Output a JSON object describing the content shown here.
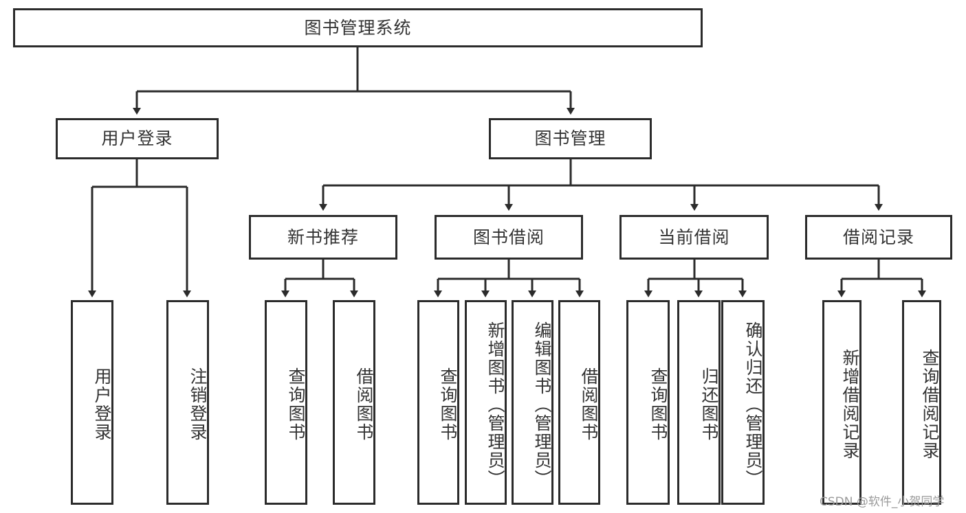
{
  "diagram": {
    "title": "图书管理系统",
    "type": "tree",
    "watermark": "CSDN @软件_小贺同学",
    "colors": {
      "box_border": "#2b2b2b",
      "box_fill": "#ffffff",
      "text": "#333333",
      "connector": "#2b2b2b",
      "watermark": "#9a9a9a",
      "background": "#ffffff"
    },
    "root": {
      "id": "root",
      "label": "图书管理系统",
      "orientation": "horizontal"
    },
    "level1": [
      {
        "id": "user-login",
        "label": "用户登录",
        "orientation": "horizontal"
      },
      {
        "id": "book-manage",
        "label": "图书管理",
        "orientation": "horizontal"
      }
    ],
    "level2": [
      {
        "id": "new-book-recommend",
        "label": "新书推荐",
        "orientation": "horizontal",
        "parent": "book-manage"
      },
      {
        "id": "book-borrow",
        "label": "图书借阅",
        "orientation": "horizontal",
        "parent": "book-manage"
      },
      {
        "id": "current-borrow",
        "label": "当前借阅",
        "orientation": "horizontal",
        "parent": "book-manage"
      },
      {
        "id": "borrow-record",
        "label": "借阅记录",
        "orientation": "horizontal",
        "parent": "book-manage"
      }
    ],
    "leaves": {
      "user_login": [
        {
          "id": "leaf-user-login",
          "label": "用户登录",
          "orientation": "vertical"
        },
        {
          "id": "leaf-user-logout",
          "label": "注销登录",
          "orientation": "vertical"
        }
      ],
      "new_book_recommend": [
        {
          "id": "leaf-query-book-1",
          "label": "查询图书",
          "orientation": "vertical"
        },
        {
          "id": "leaf-borrow-book-1",
          "label": "借阅图书",
          "orientation": "vertical"
        }
      ],
      "book_borrow": [
        {
          "id": "leaf-query-book-2",
          "label": "查询图书",
          "orientation": "vertical"
        },
        {
          "id": "leaf-add-book",
          "label": "新增图书（管理员）",
          "orientation": "vertical"
        },
        {
          "id": "leaf-edit-book",
          "label": "编辑图书（管理员）",
          "orientation": "vertical"
        },
        {
          "id": "leaf-borrow-book-2",
          "label": "借阅图书",
          "orientation": "vertical"
        }
      ],
      "current_borrow": [
        {
          "id": "leaf-query-book-3",
          "label": "查询图书",
          "orientation": "vertical"
        },
        {
          "id": "leaf-return-book",
          "label": "归还图书",
          "orientation": "vertical"
        },
        {
          "id": "leaf-confirm-return",
          "label": "确认归还（管理员）",
          "orientation": "vertical"
        }
      ],
      "borrow_record": [
        {
          "id": "leaf-add-record",
          "label": "新增借阅记录",
          "orientation": "vertical"
        },
        {
          "id": "leaf-query-record",
          "label": "查询借阅记录",
          "orientation": "vertical"
        }
      ]
    }
  }
}
